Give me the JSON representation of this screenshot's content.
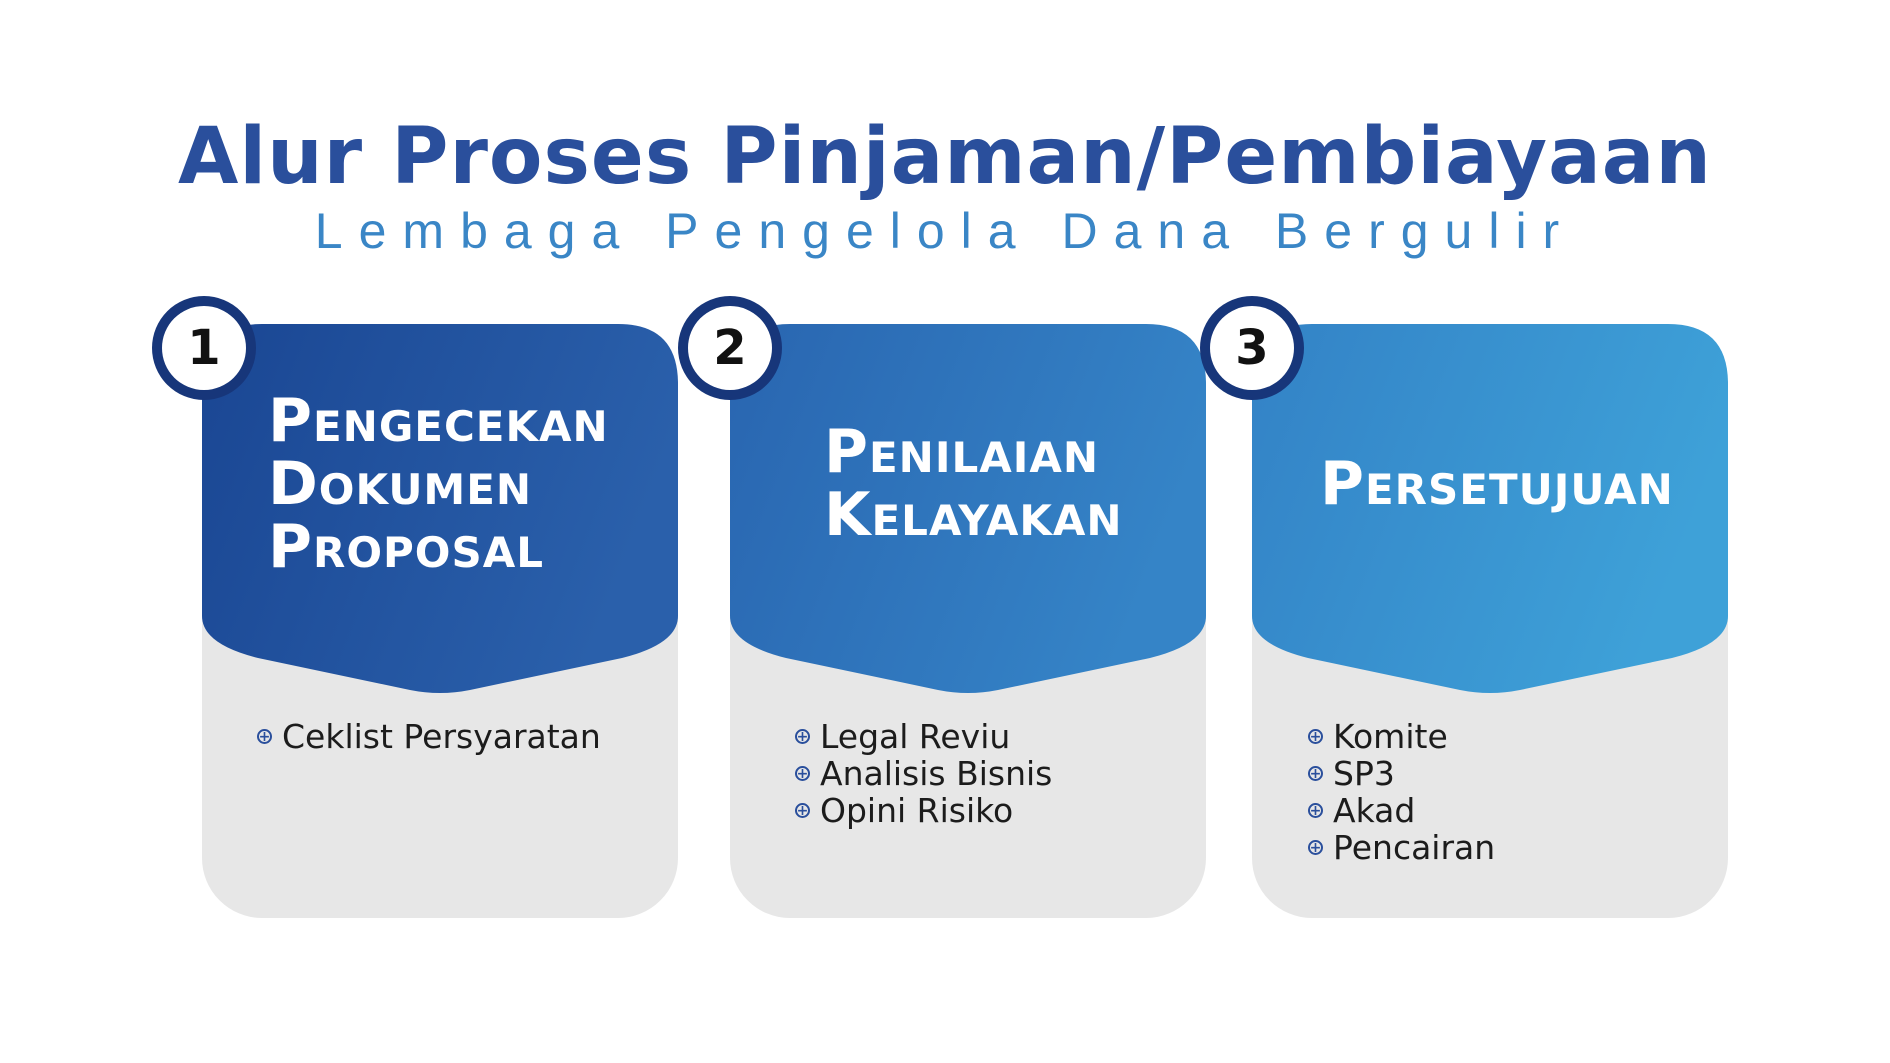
{
  "header": {
    "title": "Alur Proses Pinjaman/Pembiayaan",
    "subtitle": "Lembaga Pengelola Dana Bergulir"
  },
  "steps": [
    {
      "number": "1",
      "title_lines": [
        "Pengecekan",
        "Dokumen",
        "Proposal"
      ],
      "items": [
        "Ceklist Persyaratan"
      ],
      "gradient": [
        "#1a4693",
        "#2a60ab"
      ]
    },
    {
      "number": "2",
      "title_lines": [
        "Penilaian",
        "Kelayakan"
      ],
      "items": [
        "Legal Reviu",
        "Analisis Bisnis",
        "Opini Risiko"
      ],
      "gradient": [
        "#2965b0",
        "#3584c7"
      ]
    },
    {
      "number": "3",
      "title_lines": [
        "Persetujuan"
      ],
      "items": [
        "Komite",
        "SP3",
        "Akad",
        "Pencairan"
      ],
      "gradient": [
        "#3382c6",
        "#3ea1d8"
      ]
    }
  ],
  "colors": {
    "title": "#2a4f9c",
    "subtitle": "#3a86c6",
    "badge_ring": "#17367a",
    "card_body": "#e7e7e7",
    "bullet": "#2a4f9c"
  },
  "icons": {
    "bullet": "circle-plus-icon"
  }
}
